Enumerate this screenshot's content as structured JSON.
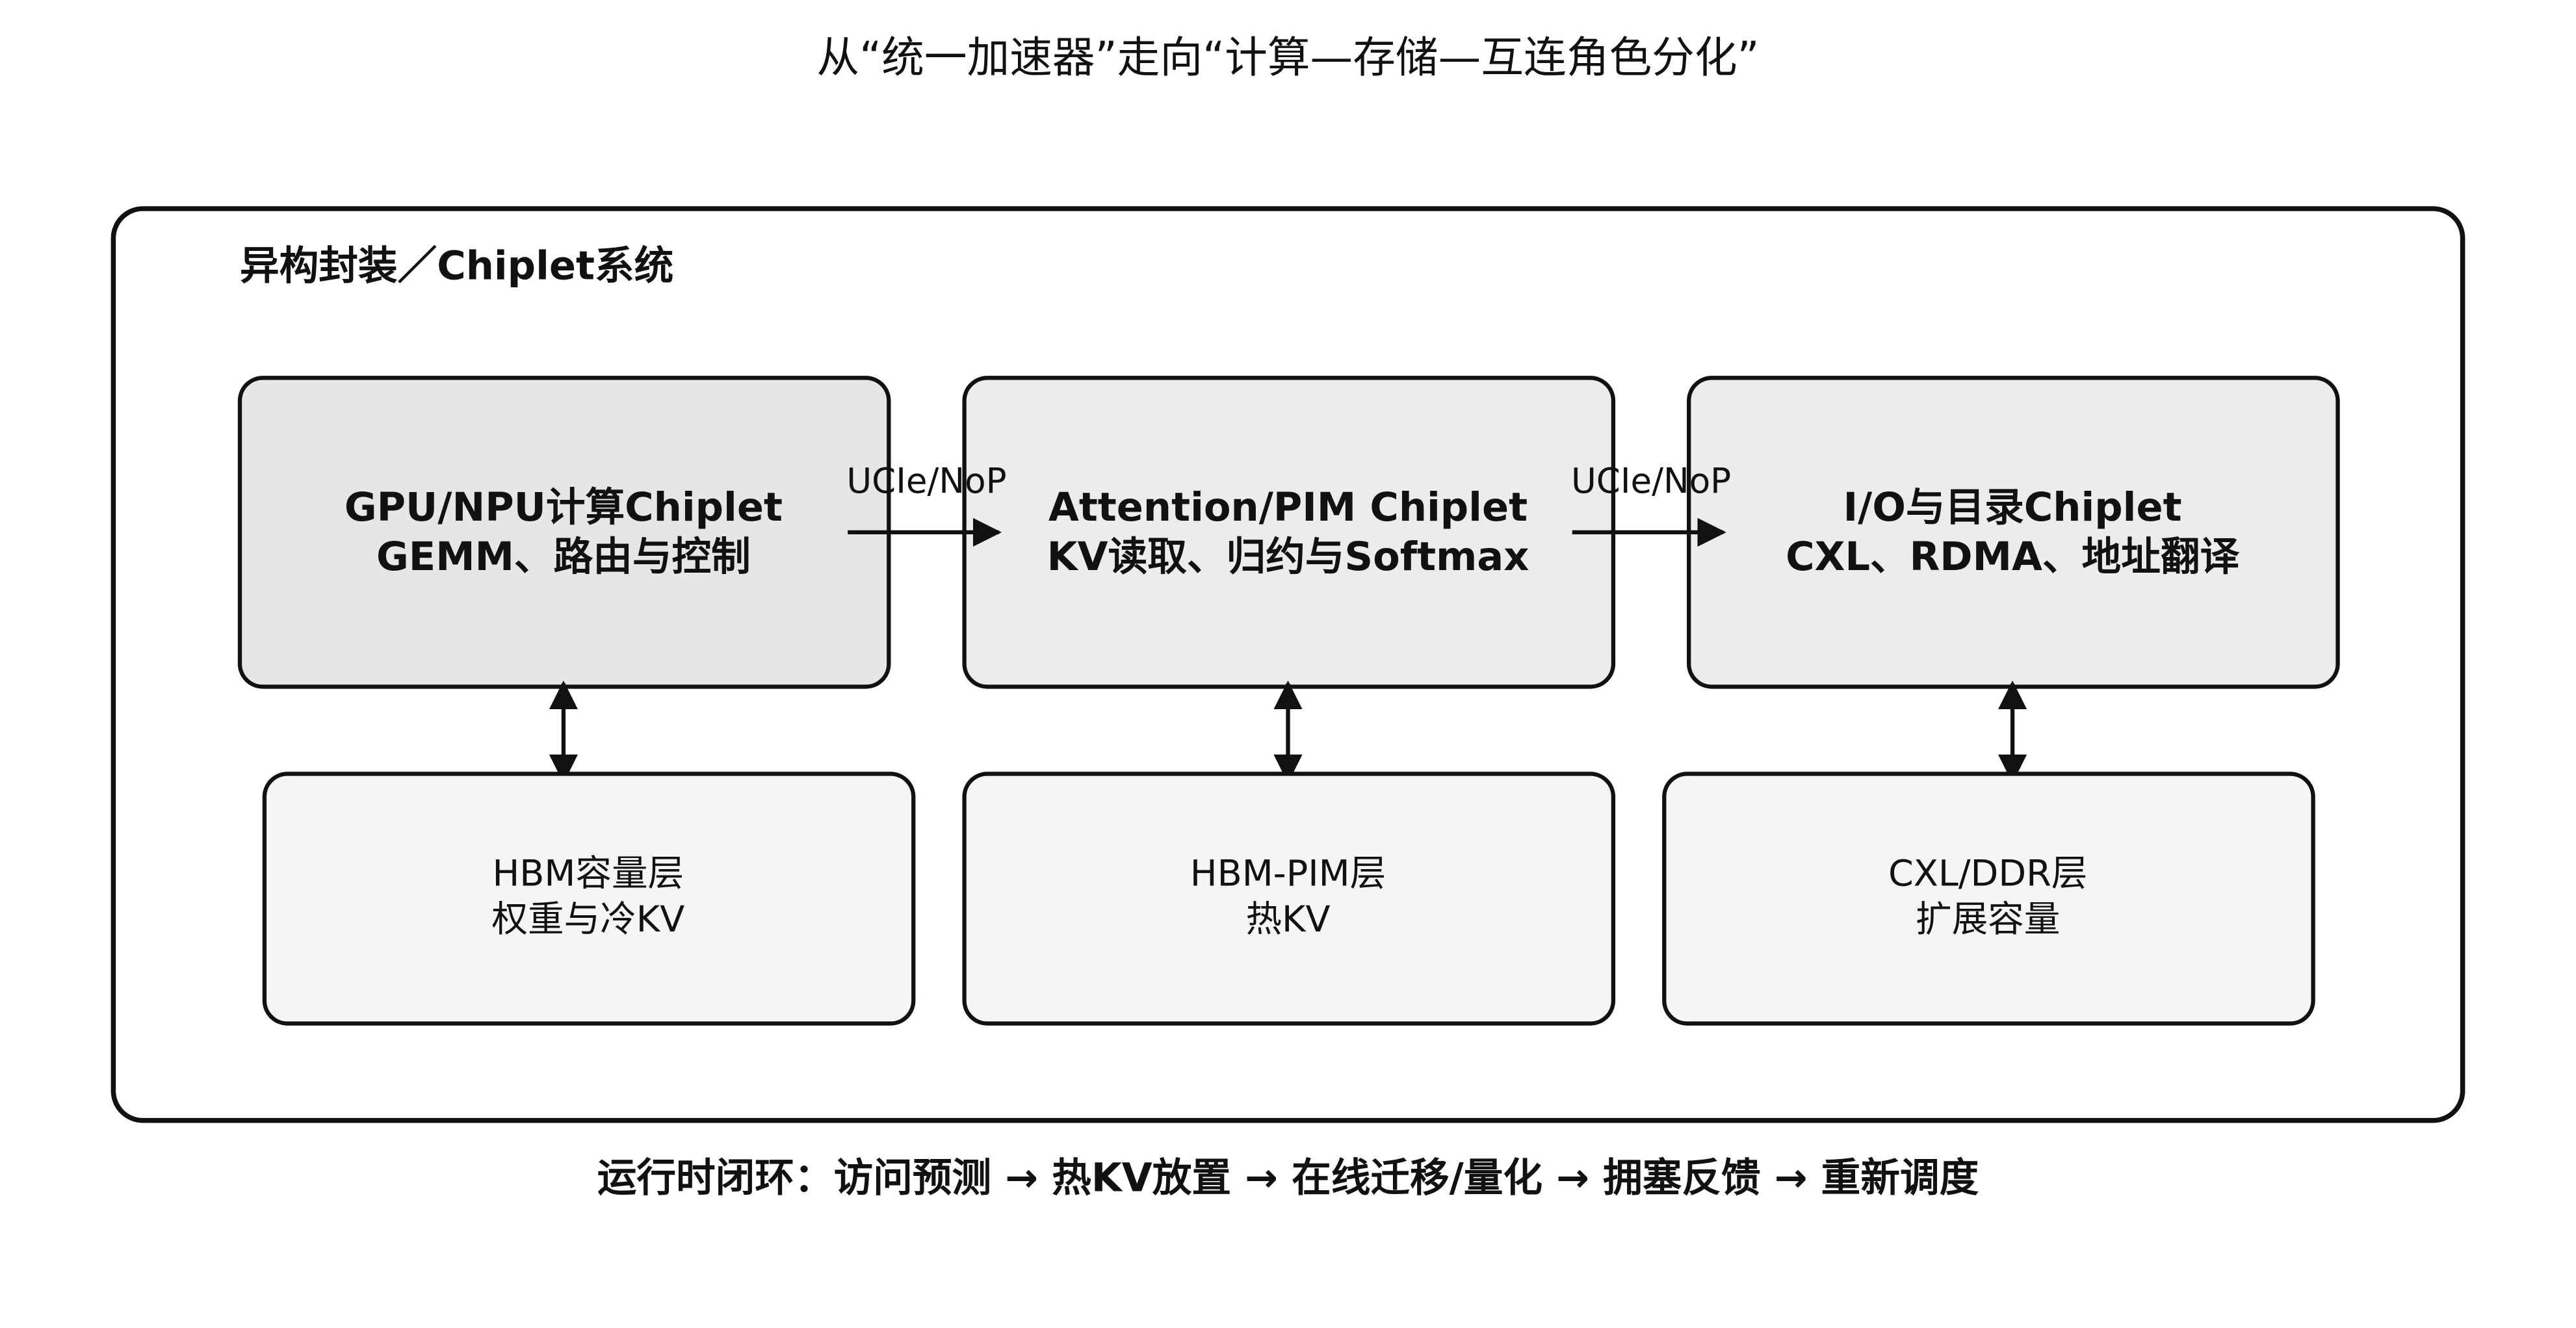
{
  "title": "从“统一加速器”走向“计算—存储—互连角色分化”",
  "container": {
    "label": "异构封装／Chiplet系统"
  },
  "compute_row": [
    {
      "line1": "GPU/NPU计算Chiplet",
      "line2": "GEMM、路由与控制",
      "fill": "#e6e6e6"
    },
    {
      "line1": "Attention/PIM Chiplet",
      "line2": "KV读取、归约与Softmax",
      "fill": "#ececec"
    },
    {
      "line1": "I/O与目录Chiplet",
      "line2": "CXL、RDMA、地址翻译",
      "fill": "#ececec"
    }
  ],
  "memory_row": [
    {
      "line1": "HBM容量层",
      "line2": "权重与冷KV",
      "fill": "#f5f5f5"
    },
    {
      "line1": "HBM-PIM层",
      "line2": "热KV",
      "fill": "#f5f5f5"
    },
    {
      "line1": "CXL/DDR层",
      "line2": "扩展容量",
      "fill": "#f5f5f5"
    }
  ],
  "links": [
    {
      "label": "UCIe/NoP"
    },
    {
      "label": "UCIe/NoP"
    }
  ],
  "footer": "运行时闭环：访问预测 → 热KV放置 → 在线迁移/量化 → 拥塞反馈 → 重新调度",
  "colors": {
    "stroke": "#111111",
    "background": "#ffffff"
  }
}
